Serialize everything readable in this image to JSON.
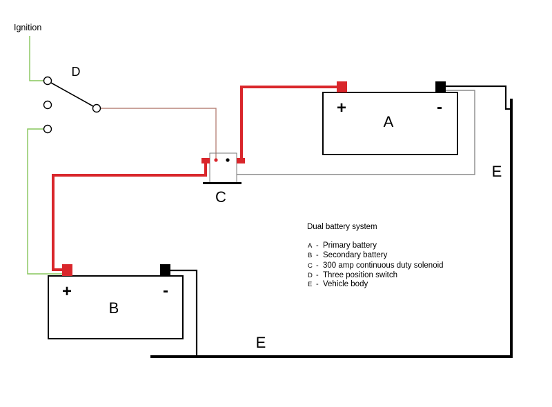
{
  "ignition": {
    "label": "Ignition"
  },
  "switch": {
    "label": "D"
  },
  "solenoid": {
    "label": "C"
  },
  "battery_a": {
    "label": "A",
    "positive": "+",
    "negative": "-"
  },
  "battery_b": {
    "label": "B",
    "positive": "+",
    "negative": "-"
  },
  "vehicle_body": {
    "labels": [
      "E",
      "E"
    ]
  },
  "legend": {
    "title": "Dual battery system",
    "separator": "-",
    "items": [
      {
        "key": "A",
        "text": "Primary battery"
      },
      {
        "key": "B",
        "text": "Secondary battery"
      },
      {
        "key": "C",
        "text": "300 amp continuous duty solenoid"
      },
      {
        "key": "D",
        "text": "Three position switch"
      },
      {
        "key": "E",
        "text": "Vehicle body"
      }
    ]
  },
  "colors": {
    "positive_cable": "#d9262b",
    "negative_cable": "#000000",
    "ignition_wire": "#86c55a",
    "control_wire": "#b8857c",
    "ground_wire": "#8a8a8a"
  }
}
